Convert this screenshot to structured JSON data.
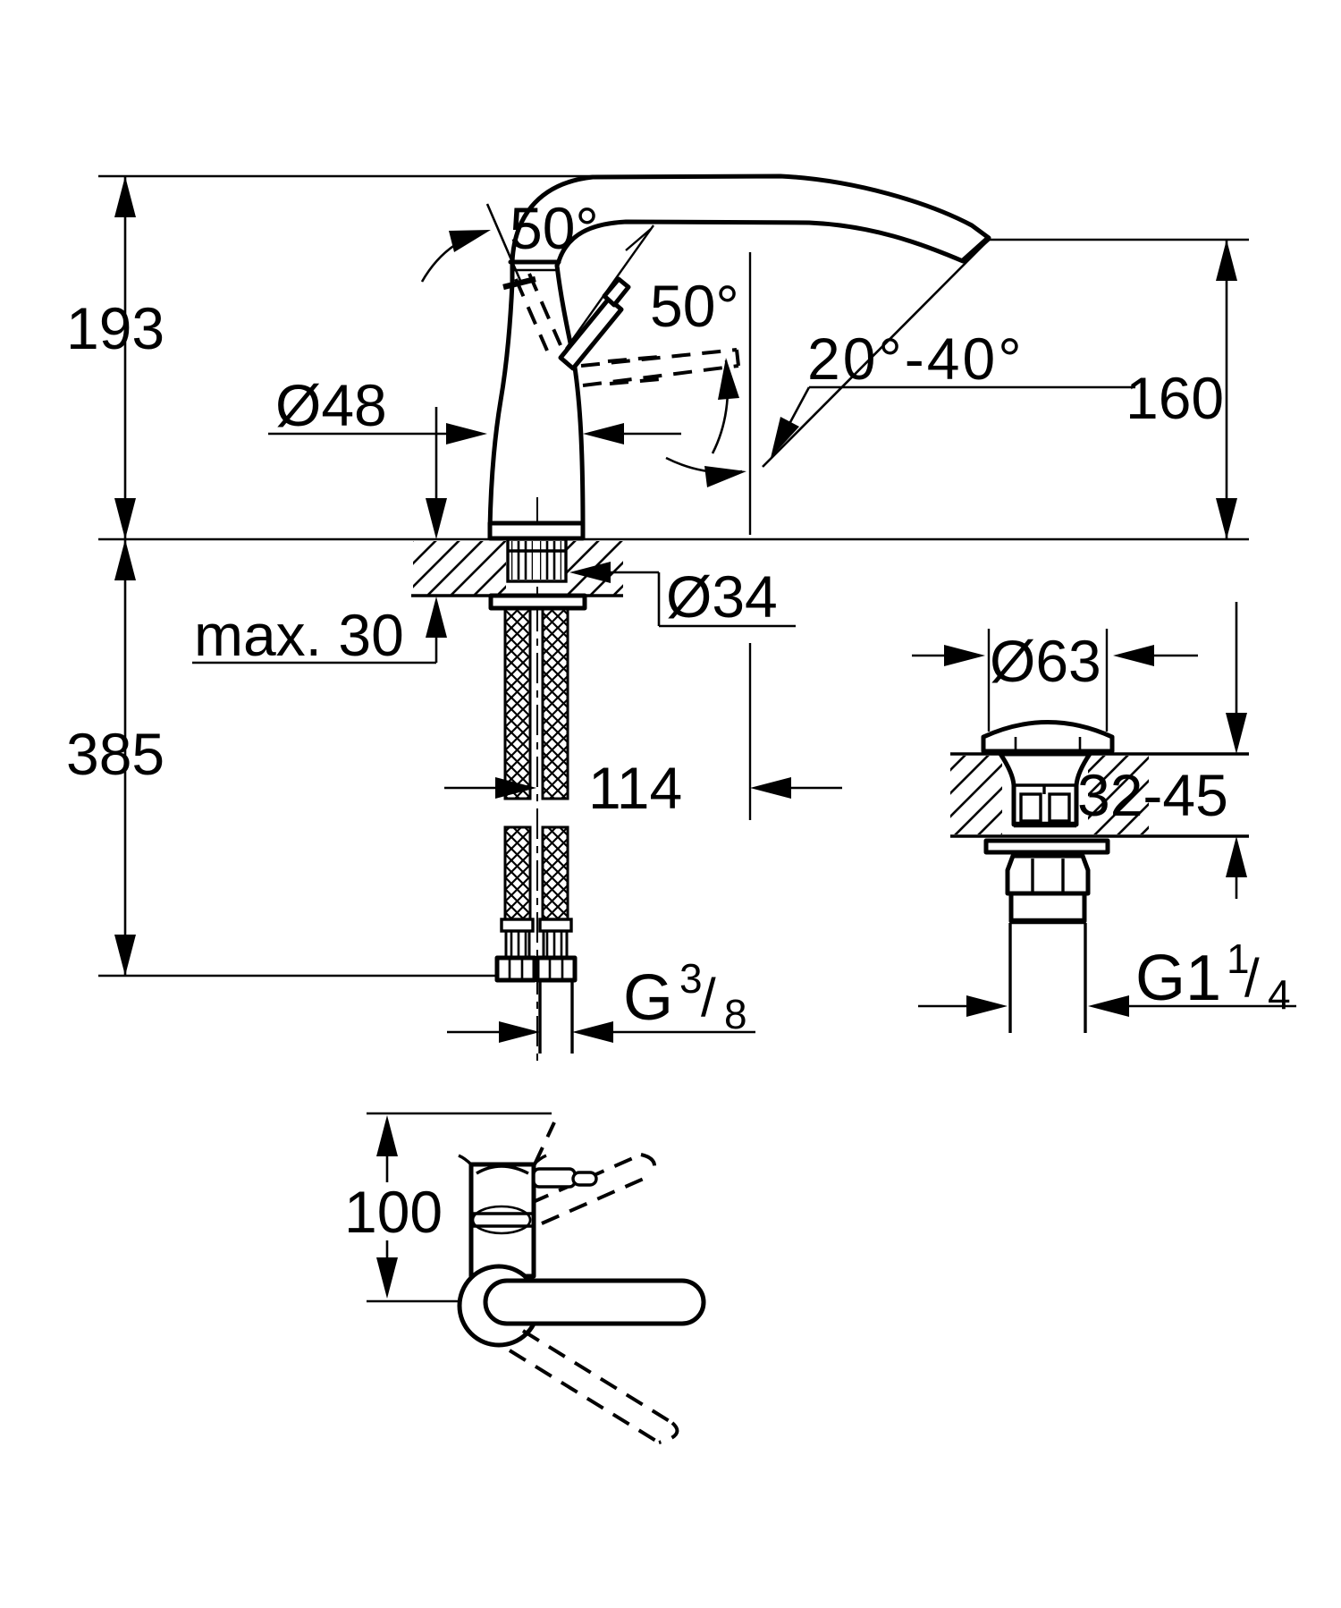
{
  "drawing": {
    "background": "#ffffff",
    "line_color": "#000000",
    "labels": {
      "height_above": "193",
      "height_below": "385",
      "max_counter": "max. 30",
      "body_dia": "Ø48",
      "handle_angle": "50°",
      "spout_angle": "50°",
      "aerator_angle": "20°-40°",
      "spout_height": "160",
      "shank_dia": "Ø34",
      "hose_span": "114",
      "drain_dia": "Ø63",
      "counter_range": "32-45",
      "thread_main_g": "G",
      "thread_main_num": "3",
      "thread_main_slash": "/",
      "thread_main_den": "8",
      "thread_drain_g": "G1",
      "thread_drain_num": "1",
      "thread_drain_slash": "/",
      "thread_drain_den": "4",
      "top_view_depth": "100"
    }
  }
}
